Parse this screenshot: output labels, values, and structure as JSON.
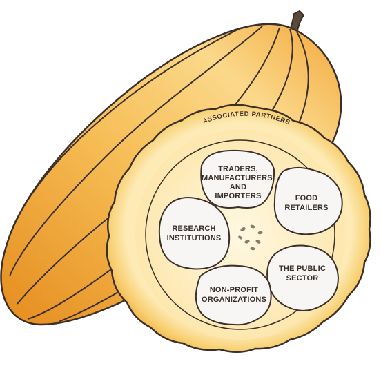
{
  "diagram": {
    "ring_label": "ASSOCIATED PARTNERS",
    "segments": [
      {
        "id": "traders",
        "lines": [
          "TRADERS,",
          "MANUFACTURERS,",
          "AND",
          "IMPORTERS"
        ]
      },
      {
        "id": "retailers",
        "lines": [
          "FOOD",
          "RETAILERS"
        ]
      },
      {
        "id": "public",
        "lines": [
          "THE PUBLIC",
          "SECTOR"
        ]
      },
      {
        "id": "nonprofit",
        "lines": [
          "NON-PROFIT",
          "ORGANIZATIONS"
        ]
      },
      {
        "id": "research",
        "lines": [
          "RESEARCH",
          "INSTITUTIONS"
        ]
      }
    ]
  },
  "colors": {
    "pod_light": "#fde6a6",
    "pod_mid": "#f4b64a",
    "pod_dark": "#e38a1c",
    "outline": "#3a2f2a",
    "flesh": "#fff4d6",
    "segment_fill": "#f7f6f4"
  }
}
